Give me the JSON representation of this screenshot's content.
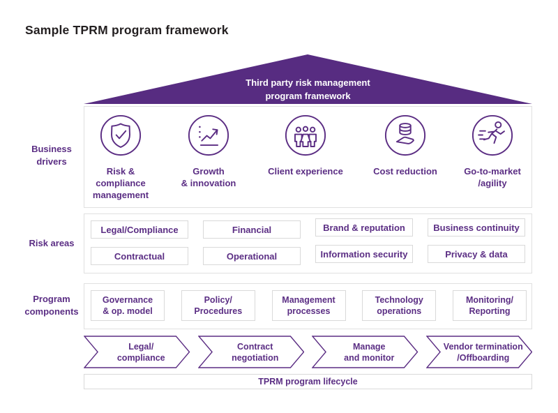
{
  "page": {
    "title": "Sample TPRM program framework"
  },
  "roof": {
    "text": "Third party risk management\nprogram framework"
  },
  "rows": {
    "business_drivers": {
      "label": "Business\ndrivers",
      "items": [
        {
          "icon": "shield-check-icon",
          "label": "Risk &\ncompliance\nmanagement"
        },
        {
          "icon": "growth-chart-icon",
          "label": "Growth\n& innovation"
        },
        {
          "icon": "people-icon",
          "label": "Client experience"
        },
        {
          "icon": "coins-hand-icon",
          "label": "Cost reduction"
        },
        {
          "icon": "runner-icon",
          "label": "Go-to-market\n/agility"
        }
      ]
    },
    "risk_areas": {
      "label": "Risk areas",
      "items": [
        "Legal/Compliance",
        "Financial",
        "Brand & reputation",
        "Business continuity",
        "Contractual",
        "Operational",
        "Information security",
        "Privacy & data"
      ]
    },
    "program_components": {
      "label": "Program\ncomponents",
      "items": [
        "Governance\n& op. model",
        "Policy/\nProcedures",
        "Management\nprocesses",
        "Technology\noperations",
        "Monitoring/\nReporting"
      ]
    }
  },
  "lifecycle": {
    "arrows": [
      "Legal/\ncompliance",
      "Contract\nnegotiation",
      "Manage\nand monitor",
      "Vendor termination\n/Offboarding"
    ],
    "bar": "TPRM program lifecycle"
  },
  "colors": {
    "purple": "#572c81",
    "text_purple": "#5b2e84",
    "border": "#e0e0e0"
  }
}
